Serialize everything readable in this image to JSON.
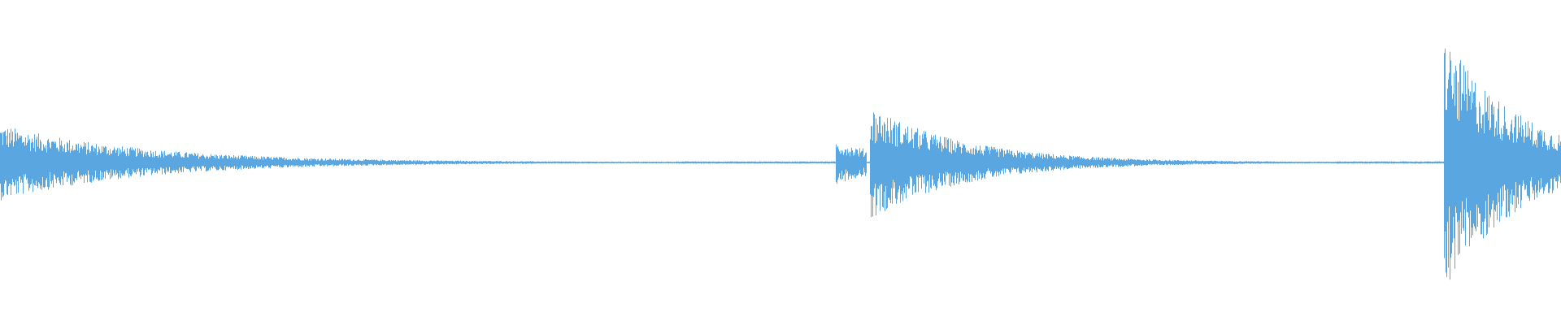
{
  "waveform": {
    "color": "#5aa6e0",
    "background": "#ffffff",
    "bursts": [
      {
        "start": 0.0,
        "peak": 0.3,
        "decay": 0.09,
        "length": 0.43
      },
      {
        "start": 0.535,
        "peak": 0.17,
        "decay": 0.04,
        "length": 0.02
      },
      {
        "start": 0.557,
        "peak": 0.45,
        "decay": 0.06,
        "length": 0.31
      },
      {
        "start": 0.925,
        "peak": 1.0,
        "decay": 0.05,
        "length": 0.075
      }
    ],
    "quiet_segments": [
      {
        "start": 0.433,
        "end": 0.535
      },
      {
        "start": 0.855,
        "end": 0.925
      }
    ]
  }
}
